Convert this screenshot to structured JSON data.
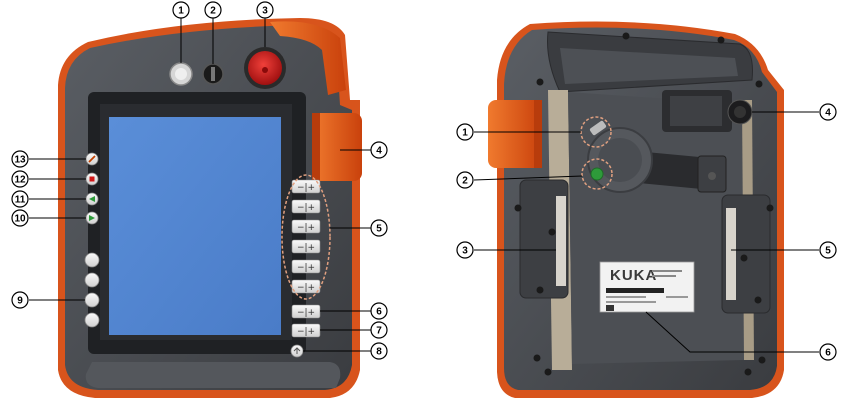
{
  "front_view": {
    "callouts": [
      {
        "number": "1",
        "target": "mode-key-switch"
      },
      {
        "number": "2",
        "target": "drives-on-button"
      },
      {
        "number": "3",
        "target": "emergency-stop-button"
      },
      {
        "number": "4",
        "target": "space-mouse"
      },
      {
        "number": "5",
        "target": "jog-keys-group"
      },
      {
        "number": "6",
        "target": "override-program-key"
      },
      {
        "number": "7",
        "target": "override-jog-key"
      },
      {
        "number": "8",
        "target": "main-menu-key"
      },
      {
        "number": "9",
        "target": "user-keys"
      },
      {
        "number": "10",
        "target": "start-forward-key"
      },
      {
        "number": "11",
        "target": "start-backward-key"
      },
      {
        "number": "12",
        "target": "stop-key"
      },
      {
        "number": "13",
        "target": "keyboard-key"
      }
    ],
    "plus_minus_label": "−|+"
  },
  "rear_view": {
    "callouts": [
      {
        "number": "1",
        "target": "usb-connection"
      },
      {
        "number": "2",
        "target": "start-key"
      },
      {
        "number": "3",
        "target": "enabling-switch-left"
      },
      {
        "number": "4",
        "target": "cable-connection"
      },
      {
        "number": "5",
        "target": "enabling-switch-right"
      },
      {
        "number": "6",
        "target": "identification-plate"
      }
    ],
    "nameplate_logo": "KUKA"
  },
  "colors": {
    "housing": "#4a4d52",
    "housing_edge": "#e35a1c",
    "screen": "#4f83d2",
    "estop": "#d11f1f",
    "accent_green": "#2e9a3a"
  }
}
